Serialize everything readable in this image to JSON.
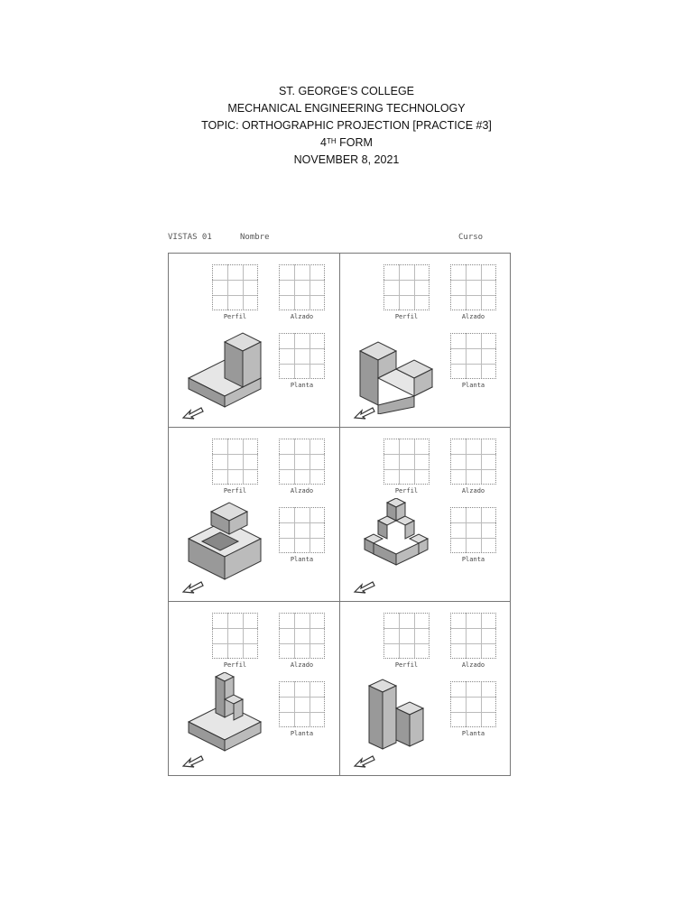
{
  "header": {
    "school": "ST. GEORGE’S COLLEGE",
    "program": "MECHANICAL ENGINEERING TECHNOLOGY",
    "topic": "TOPIC: ORTHOGRAPHIC PROJECTION [PRACTICE #3]",
    "form_number": "4",
    "form_sup": "TH",
    "form_word": "FORM",
    "date": "NOVEMBER 8, 2021"
  },
  "worksheet": {
    "sheet_title": "VISTAS 01",
    "name_label": "Nombre",
    "course_label": "Curso",
    "labels": {
      "profile": "Perfil",
      "elevation": "Alzado",
      "plan": "Planta"
    },
    "exercises": [
      {
        "id": 1,
        "shape": "L-block with tall back"
      },
      {
        "id": 2,
        "shape": "U-block with step"
      },
      {
        "id": 3,
        "shape": "Block with hollow and top cube"
      },
      {
        "id": 4,
        "shape": "Stepped pyramid of cubes"
      },
      {
        "id": 5,
        "shape": "Corner column on base"
      },
      {
        "id": 6,
        "shape": "Tall column with low block"
      }
    ]
  }
}
